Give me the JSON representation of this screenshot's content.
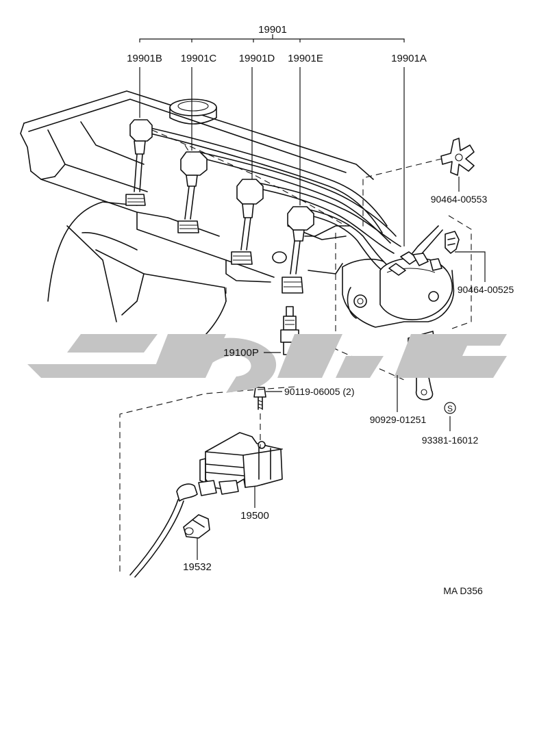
{
  "parts": {
    "assembly": "19901",
    "wire_b": "19901B",
    "wire_c": "19901C",
    "wire_d": "19901D",
    "wire_e": "19901E",
    "wire_a": "19901A",
    "clamp_upper": "90464-00553",
    "clamp_lower": "90464-00525",
    "spark_plug": "19100P",
    "bolt": "90119-06005 (2)",
    "bracket": "90929-01251",
    "screw_mark": "S",
    "screw": "93381-16012",
    "ignition_coil": "19500",
    "coil_cap": "19532"
  },
  "drawing_code": "MA D356",
  "colors": {
    "line": "#111111",
    "watermark": "#c4c4c4",
    "background": "#ffffff"
  }
}
